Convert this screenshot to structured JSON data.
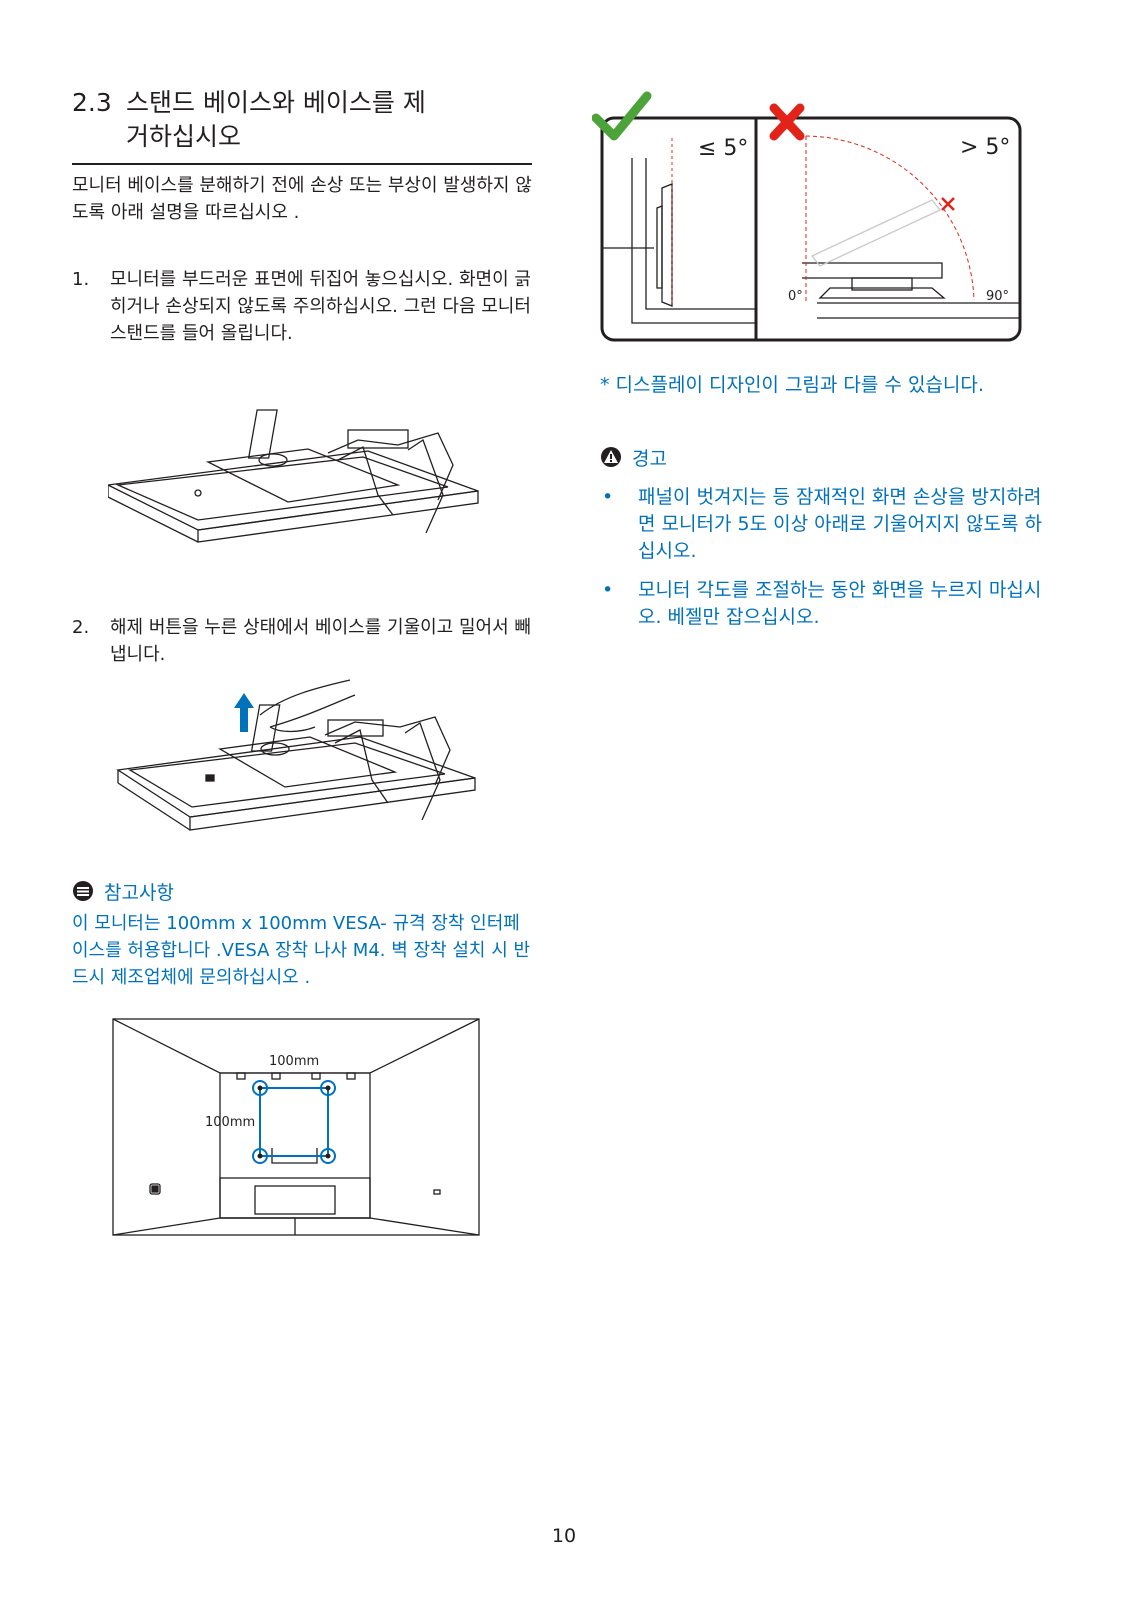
{
  "section": {
    "number": "2.3",
    "title_line1": "스탠드 베이스와 베이스를 제",
    "title_line2": "거하십시오"
  },
  "intro": "모니터 베이스를 분해하기 전에 손상 또는 부상이 발생하지 않도록 아래 설명을 따르십시오 .",
  "steps": [
    {
      "num": "1.",
      "text": "모니터를 부드러운 표면에 뒤집어 놓으십시오. 화면이 긁히거나 손상되지 않도록 주의하십시오. 그런 다음 모니터 스탠드를 들어 올립니다."
    },
    {
      "num": "2.",
      "text": "해제 버튼을 누른 상태에서 베이스를 기울이고 밀어서 빼냅니다."
    }
  ],
  "note": {
    "title": "참고사항",
    "text": "이 모니터는 100mm x 100mm VESA- 규격 장착 인터페이스를 허용합니다 .VESA 장착 나사 M4. 벽 장착 설치 시 반드시 제조업체에 문의하십시오 ."
  },
  "vesa": {
    "h_label": "100mm",
    "v_label": "100mm"
  },
  "tilt": {
    "ok_label": "≤ 5°",
    "bad_label": "> 5°",
    "zero_label": "0°",
    "ninety_label": "90°"
  },
  "design_note": "* 디스플레이 디자인이 그림과 다를 수 있습니다.",
  "warning": {
    "title": "경고",
    "bullets": [
      "패널이 벗겨지는 등 잠재적인 화면 손상을 방지하려면 모니터가 5도 이상 아래로 기울어지지 않도록 하십시오.",
      "모니터 각도를 조절하는 동안 화면을 누르지 마십시오. 베젤만 잡으십시오."
    ]
  },
  "colors": {
    "accent": "#0072bc",
    "ok": "#4ca33a",
    "bad": "#e2231a"
  },
  "page_number": "10"
}
